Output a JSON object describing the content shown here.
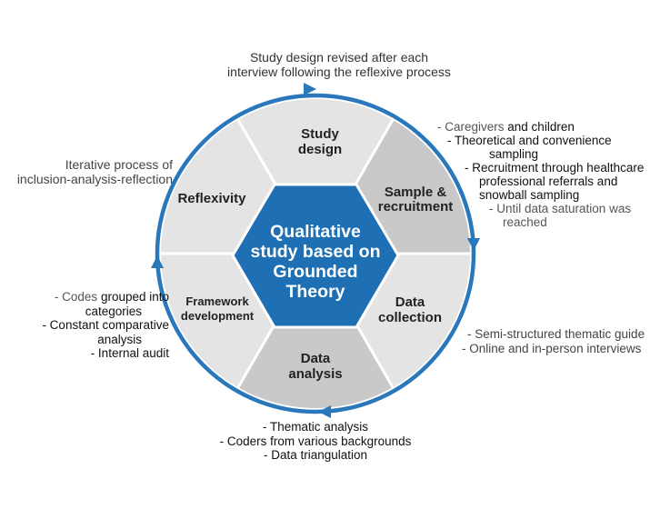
{
  "center": {
    "lines": [
      "Qualitative",
      "study based on",
      "Grounded",
      "Theory"
    ]
  },
  "segments": [
    {
      "id": "study-design",
      "lines": [
        "Study",
        "design"
      ]
    },
    {
      "id": "sample-recruitment",
      "lines": [
        "Sample &",
        "recruitment"
      ]
    },
    {
      "id": "data-collection",
      "lines": [
        "Data",
        "collection"
      ]
    },
    {
      "id": "data-analysis",
      "lines": [
        "Data",
        "analysis"
      ]
    },
    {
      "id": "framework-development",
      "lines": [
        "Framework",
        "development"
      ]
    },
    {
      "id": "reflexivity",
      "lines": [
        "Reflexivity"
      ]
    }
  ],
  "annotations": {
    "top": {
      "line1": "Study design revised after each",
      "line2": "interview following the reflexive process"
    },
    "left": {
      "line1": "Iterative process of",
      "line2": "inclusion-analysis-reflection"
    },
    "sample": {
      "l1a": "- Caregivers",
      "l1b": " and children",
      "l2": "- Theoretical and convenience",
      "l3": "sampling",
      "l4": "- Recruitment through healthcare",
      "l5": "professional referrals and",
      "l6": "snowball sampling",
      "l7": "- Until data saturation was",
      "l8": "reached"
    },
    "collection": {
      "l1": "- Semi-structured thematic guide",
      "l2": "- Online and in-person interviews"
    },
    "analysis": {
      "l1": "- Thematic analysis",
      "l2": "- Coders from various backgrounds",
      "l3": "- Data triangulation"
    },
    "framework": {
      "l1a": "- Codes",
      "l1b": " grouped into",
      "l2": "categories",
      "l3": "- Constant comparative",
      "l4": "analysis",
      "l5": "- Internal audit"
    }
  },
  "colors": {
    "blue": "#1f6fb4",
    "segment_light": "#e6e6e6",
    "segment_dark": "#cfcfcf",
    "ring": "#2a78bb"
  }
}
